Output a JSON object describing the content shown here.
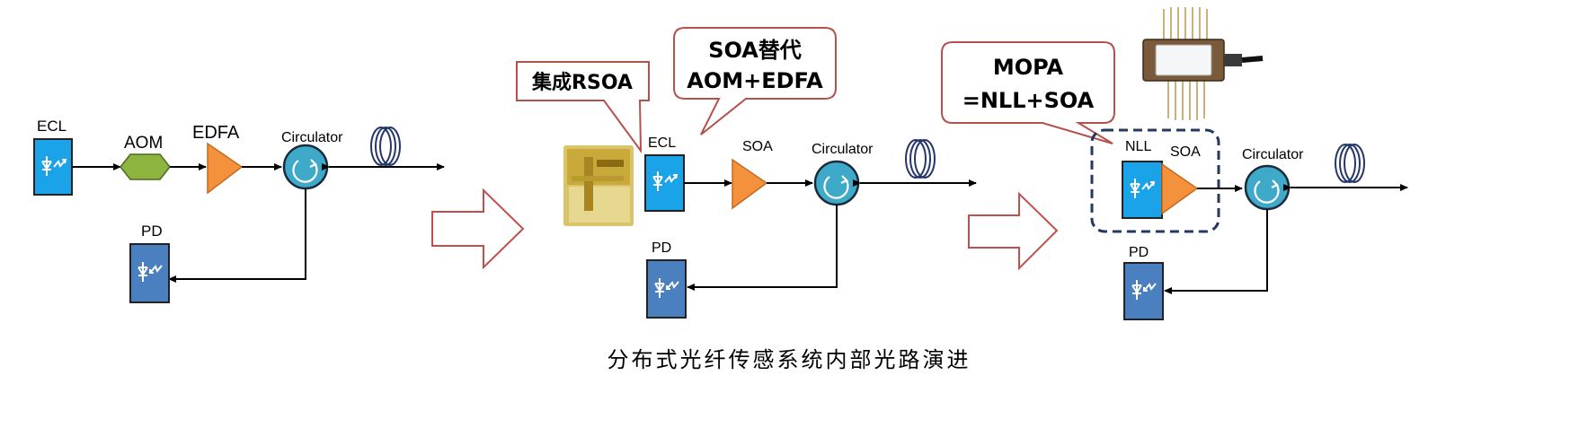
{
  "caption": "分布式光纤传感系统内部光路演进",
  "stage1": {
    "ecl": "ECL",
    "aom": "AOM",
    "edfa": "EDFA",
    "circulator": "Circulator",
    "pd": "PD"
  },
  "stage2": {
    "callout_rsoa": "集成RSOA",
    "callout_soa_line1": "SOA替代",
    "callout_soa_line2": "AOM+EDFA",
    "ecl": "ECL",
    "soa": "SOA",
    "circulator": "Circulator",
    "pd": "PD"
  },
  "stage3": {
    "callout_line1": "MOPA",
    "callout_line2": "=NLL+SOA",
    "nll": "NLL",
    "soa": "SOA",
    "circulator": "Circulator",
    "pd": "PD"
  },
  "colors": {
    "laser_box": "#1aa3e8",
    "pd_box": "#4a7fc0",
    "amplifier": "#f3913c",
    "aom": "#8cb43e",
    "circulator": "#3fa9c9",
    "callout_border": "#b5504b",
    "arrow_outline": "#c0504d",
    "dashed_box": "#233a5e"
  }
}
